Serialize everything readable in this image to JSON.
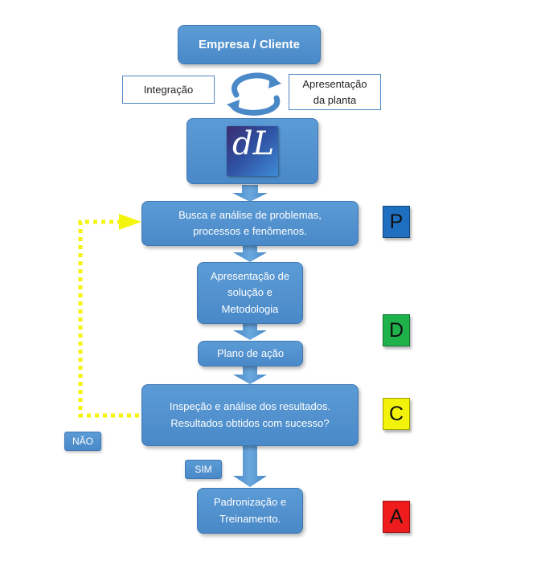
{
  "nodes": {
    "empresa": "Empresa / Cliente",
    "integracao": "Integração",
    "apresentacao_planta": "Apresentação\nda planta",
    "busca": "Busca e análise de problemas,\nprocessos e fenômenos.",
    "solucao": "Apresentação de\nsolução e\nMetodologia",
    "plano": "Plano de ação",
    "inspecao": "Inspeção e análise dos resultados.\nResultados obtidos com sucesso?",
    "padronizacao": "Padronização e\nTreinamento."
  },
  "labels": {
    "nao": "NÃO",
    "sim": "SIM"
  },
  "logo": {
    "text": "dL",
    "icon": "company-logo"
  },
  "pdca": [
    {
      "letter": "P",
      "color": "#1f6fc1"
    },
    {
      "letter": "D",
      "color": "#1fb14a"
    },
    {
      "letter": "C",
      "color": "#f2f20a"
    },
    {
      "letter": "A",
      "color": "#ee1c1c"
    }
  ],
  "colors": {
    "box": "#5b9bd5",
    "arrow": "#5b9bd5",
    "loop": "#f4f40c"
  },
  "icons": {
    "cycle": "refresh-cycle-icon"
  }
}
